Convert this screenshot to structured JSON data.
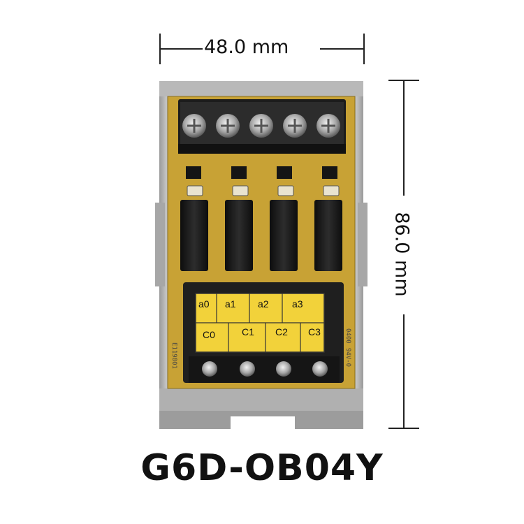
{
  "dimensions": {
    "width_label": "48.0 mm",
    "height_label": "86.0 mm"
  },
  "model": "G6D-OB04Y",
  "board": {
    "output_labels": [
      "a0",
      "a1",
      "a2",
      "a3"
    ],
    "common_labels": [
      "C0",
      "C1",
      "C2",
      "C3"
    ],
    "pcb_markings": [
      "E119801",
      "94V-0",
      "0400"
    ]
  },
  "colors": {
    "pcb": "#c8a235",
    "housing": "#a9a9a9",
    "label_panel": "#f2d23a",
    "relay": "#1a1a1a"
  }
}
